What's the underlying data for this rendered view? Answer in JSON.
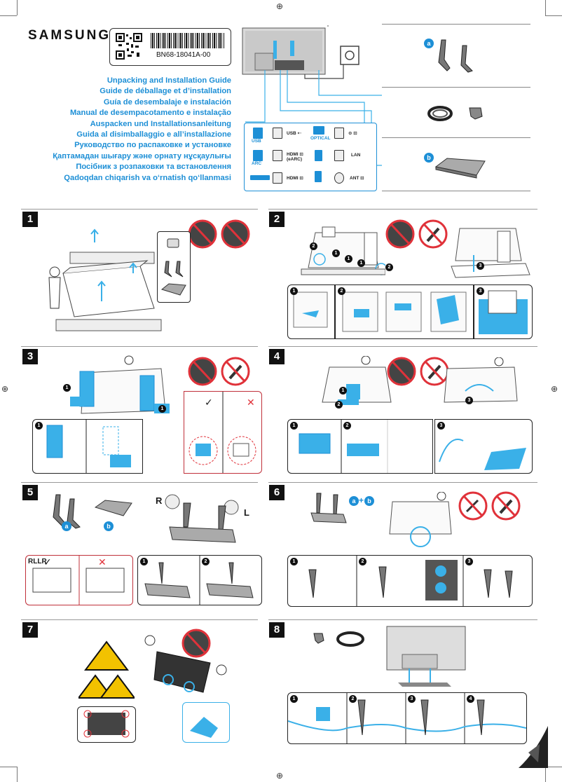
{
  "brand": "SAMSUNG",
  "label": {
    "part_number": "BN68-18041A-00"
  },
  "titles": [
    "Unpacking and Installation Guide",
    "Guide de déballage et d’installation",
    "Guía de desembalaje e instalación",
    "Manual de desempacotamento e instalação",
    "Auspacken und Installationsanleitung",
    "Guida al disimballaggio e all’installazione",
    "Руководство по распаковке и установке",
    "Қаптамадан шығару және орнату нұсқаулығы",
    "Посібник з розпаковки та встановлення",
    "Qadoqdan chiqarish va o‘rnatish qo‘llanmasi"
  ],
  "ports": {
    "usb": "USB",
    "usb2": "USB ⇠",
    "optical": "OPTICAL",
    "hdmi_earc": "HDMI ⊡ (eARC)",
    "arc": "ARC",
    "lan": "LAN",
    "hdmi": "HDMI ⊡",
    "ant": "ANT ⊡",
    "io": "⊙ ⊡"
  },
  "parts": {
    "a": "a",
    "b": "b",
    "plus": "+"
  },
  "steps": [
    "1",
    "2",
    "3",
    "4",
    "5",
    "6",
    "7",
    "8"
  ],
  "sub": {
    "n1": "1",
    "n2": "2",
    "n3": "3",
    "n4": "4"
  },
  "marks": {
    "r": "R",
    "l": "L",
    "rllr": "RLLR",
    "check": "✓",
    "cross": "✕"
  },
  "colors": {
    "accent": "#1d8fd6",
    "fill": "#3ab0e8",
    "warn": "#e0323a",
    "caution": "#f2c200"
  },
  "icons": [
    "qr-code-icon",
    "barcode-icon",
    "no-lay-flat-icon",
    "no-sharp-tool-icon",
    "power-outlet-icon",
    "warning-lift-icon",
    "page-curl-icon"
  ]
}
